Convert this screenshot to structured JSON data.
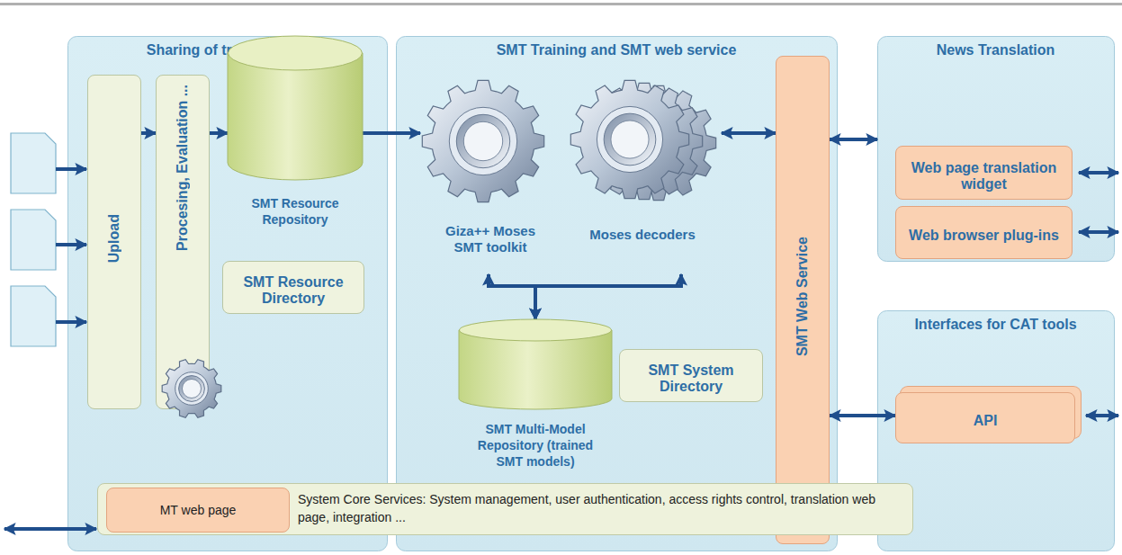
{
  "diagram": {
    "nodes": [
      {
        "text": [
          "Sharing of training data"
        ]
      },
      {
        "text": [
          "Upload"
        ],
        "in": 0
      },
      {
        "text": [
          "Procesing, Evaluation ..."
        ],
        "in": 0
      },
      {
        "text": [
          "SMT Resource Repository"
        ],
        "in": 0
      },
      {
        "text": [
          "SMT Resource Directory"
        ],
        "in": 0
      },
      {
        "text": [
          "SMT Training and SMT web service"
        ]
      },
      {
        "text": [
          "Giza++ Moses SMT toolkit"
        ],
        "in": 5
      },
      {
        "text": [
          "Moses decoders"
        ],
        "in": 5
      },
      {
        "text": [
          "SMT Multi-Model Repository (trained SMT models)"
        ],
        "in": 5
      },
      {
        "text": [
          "SMT System Directory"
        ],
        "in": 5
      },
      {
        "text": [
          "SMT Web Service"
        ],
        "in": 5
      },
      {
        "text": [
          "News Translation"
        ]
      },
      {
        "text": [
          "Web page translation widget"
        ],
        "in": 11
      },
      {
        "text": [
          "Web browser plug-ins"
        ],
        "in": 11
      },
      {
        "text": [
          "Interfaces for CAT tools"
        ]
      },
      {
        "text": [
          "API"
        ],
        "in": 14
      },
      {
        "text": [
          "System Core Services: System management, user authentication, access rights control, translation web page, integration ..."
        ]
      },
      {
        "text": [
          "MT web page"
        ],
        "in": 16
      }
    ],
    "edges": [
      {
        "from": 1,
        "to": 2,
        "arrow": "to"
      },
      {
        "from": 2,
        "to": 3,
        "arrow": "to"
      },
      {
        "from": 3,
        "to": 6,
        "arrow": "to"
      },
      {
        "from": 7,
        "to": 10,
        "arrow": "both"
      },
      {
        "from": 10,
        "to": 11,
        "arrow": "both"
      },
      {
        "from": 10,
        "to": 15,
        "arrow": "both"
      },
      {
        "from": 8,
        "to": 6,
        "arrow": "both"
      },
      {
        "from": 8,
        "to": 7,
        "arrow": "both"
      }
    ]
  }
}
